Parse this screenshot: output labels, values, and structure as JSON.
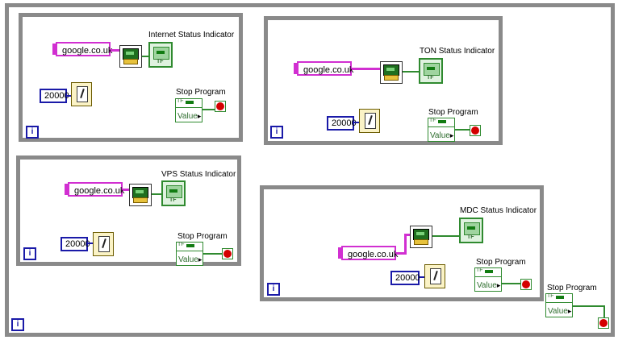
{
  "outer_loop": {
    "iteration_label": "i",
    "stop": {
      "label": "Stop Program",
      "value_label": "Value"
    }
  },
  "loops": [
    {
      "indicator_label": "Internet Status Indicator",
      "url": "google.co.uk",
      "wait_ms": "20000",
      "stop": {
        "label": "Stop Program",
        "value_label": "Value"
      },
      "iteration_label": "i"
    },
    {
      "indicator_label": "TON Status Indicator",
      "url": "google.co.uk",
      "wait_ms": "20000",
      "stop": {
        "label": "Stop Program",
        "value_label": "Value"
      },
      "iteration_label": "i"
    },
    {
      "indicator_label": "VPS Status Indicator",
      "url": "google.co.uk",
      "wait_ms": "20000",
      "stop": {
        "label": "Stop Program",
        "value_label": "Value"
      },
      "iteration_label": "i"
    },
    {
      "indicator_label": "MDC Status Indicator",
      "url": "google.co.uk",
      "wait_ms": "20000",
      "stop": {
        "label": "Stop Program",
        "value_label": "Value"
      },
      "iteration_label": "i"
    }
  ],
  "colors": {
    "loop_border": "#8a8a8a",
    "string_wire": "#d12fd1",
    "numeric": "#1a1aa8",
    "boolean_wire": "#2f8a2f",
    "stop_button": "#d40000"
  },
  "icons": {
    "ping_subvi": "ping-subvi-icon",
    "wait_timer": "wait-timer-icon",
    "status_led": "status-indicator-icon",
    "stop_button": "stop-button-icon"
  }
}
